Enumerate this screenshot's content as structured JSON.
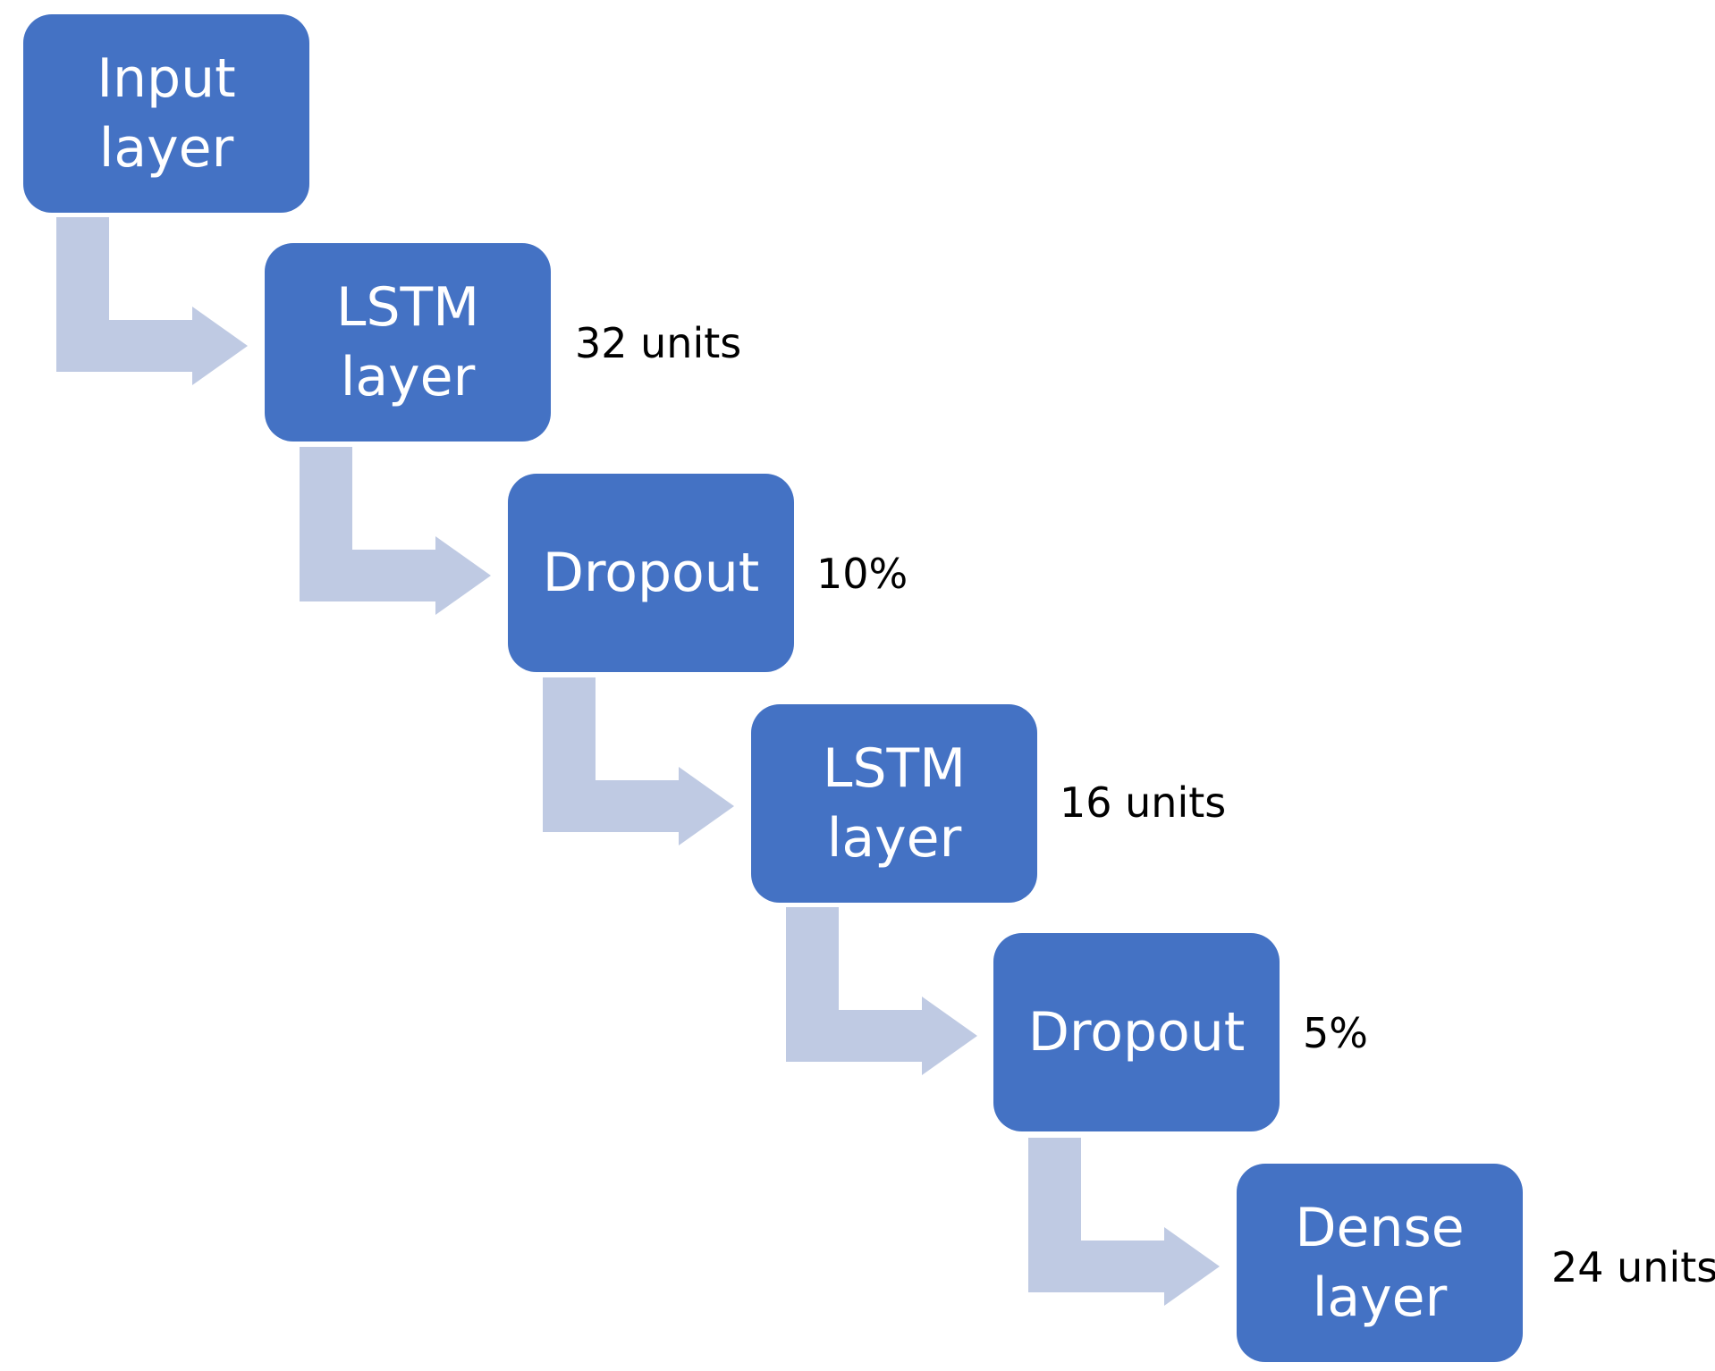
{
  "diagram": {
    "layers": [
      {
        "lines": [
          "Input",
          "layer"
        ],
        "note": ""
      },
      {
        "lines": [
          "LSTM",
          "layer"
        ],
        "note": "32 units"
      },
      {
        "lines": [
          "Dropout"
        ],
        "note": "10%"
      },
      {
        "lines": [
          "LSTM",
          "layer"
        ],
        "note": "16 units"
      },
      {
        "lines": [
          "Dropout"
        ],
        "note": "5%"
      },
      {
        "lines": [
          "Dense",
          "layer"
        ],
        "note": "24 units"
      }
    ],
    "colors": {
      "box_fill": "#4472c4",
      "box_text": "#ffffff",
      "connector": "#bfcae3",
      "note_text": "#000000"
    },
    "connector_icon": "elbow-arrow-icon"
  }
}
